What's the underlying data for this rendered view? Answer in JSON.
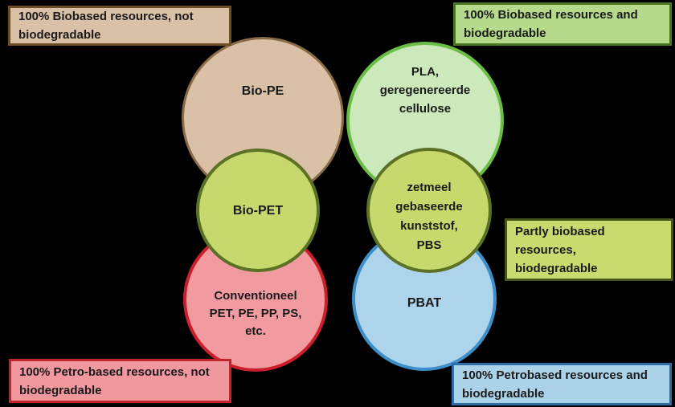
{
  "diagram": {
    "title": "Bioplastics classification venn diagram",
    "background_color": "#000000",
    "circles": [
      {
        "id": "bio-pe",
        "label": "Bio-PE",
        "fill": "#d9c0a7",
        "border": "#8a6b47",
        "quadrant": "biobased-not-biodegradable"
      },
      {
        "id": "pla-cellulose",
        "label": "PLA,\ngeregenereerde\ncellulose",
        "fill": "#cbe9ba",
        "border": "#6abd45",
        "quadrant": "biobased-biodegradable"
      },
      {
        "id": "bio-pet",
        "label": "Bio-PET",
        "fill": "#c7d96d",
        "border": "#5c7026",
        "quadrant": "partly-biobased"
      },
      {
        "id": "zetmeel-pbs",
        "label": "zetmeel\ngebaseerde\nkunststof,\nPBS",
        "fill": "#c7d96d",
        "border": "#5c7026",
        "quadrant": "partly-biobased-biodegradable"
      },
      {
        "id": "conventioneel",
        "label": "Conventioneel\nPET, PE, PP, PS,\netc.",
        "fill": "#f19ba0",
        "border": "#ca1f2d",
        "quadrant": "petro-not-biodegradable"
      },
      {
        "id": "pbat",
        "label": "PBAT",
        "fill": "#aed4ec",
        "border": "#3d8fc9",
        "quadrant": "petro-biodegradable"
      }
    ],
    "boxes": [
      {
        "id": "legend-top-left",
        "label": "100% Biobased resources, not\nbiodegradable",
        "fill": "#d9c1a8",
        "border": "#6b4d26"
      },
      {
        "id": "legend-top-right",
        "label": "100% Biobased resources and\nbiodegradable",
        "fill": "#b6da8b",
        "border": "#4a7522"
      },
      {
        "id": "legend-middle-right",
        "label": "Partly biobased resources,\nbiodegradable",
        "fill": "#c9da6e",
        "border": "#47541c"
      },
      {
        "id": "legend-bottom-left",
        "label": "100% Petro-based resources, not\nbiodegradable",
        "fill": "#f0989d",
        "border": "#c2242e"
      },
      {
        "id": "legend-bottom-right",
        "label": "100% Petrobased resources and\nbiodegradable",
        "fill": "#abd2e9",
        "border": "#2d6da6"
      }
    ]
  }
}
